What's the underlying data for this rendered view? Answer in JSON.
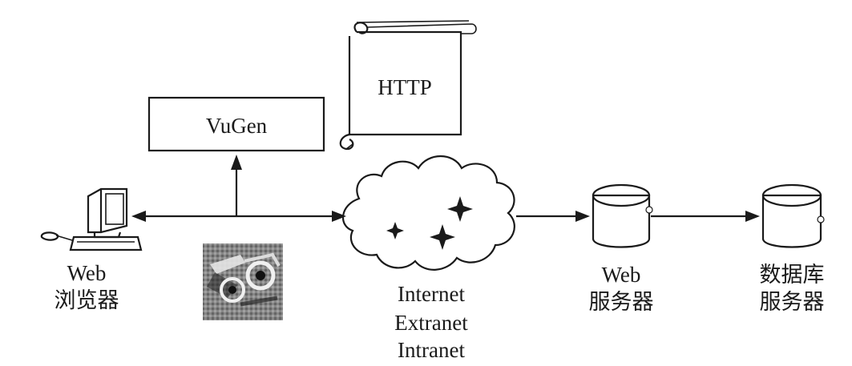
{
  "diagram": {
    "vugen_label": "VuGen",
    "http_label": "HTTP",
    "browser": {
      "line1": "Web",
      "line2": "浏览器"
    },
    "network": {
      "line1": "Internet",
      "line2": "Extranet",
      "line3": "Intranet"
    },
    "web_server": {
      "line1": "Web",
      "line2": "服务器"
    },
    "db_server": {
      "line1": "数据库",
      "line2": "服务器"
    },
    "icons": {
      "browser": "computer-icon",
      "http": "scroll-icon",
      "network": "cloud-icon",
      "web_server": "cylinder-icon",
      "db_server": "cylinder-icon",
      "recorder": "cassette-icon"
    },
    "colors": {
      "ink": "#1a1a1a",
      "background": "#ffffff"
    }
  }
}
